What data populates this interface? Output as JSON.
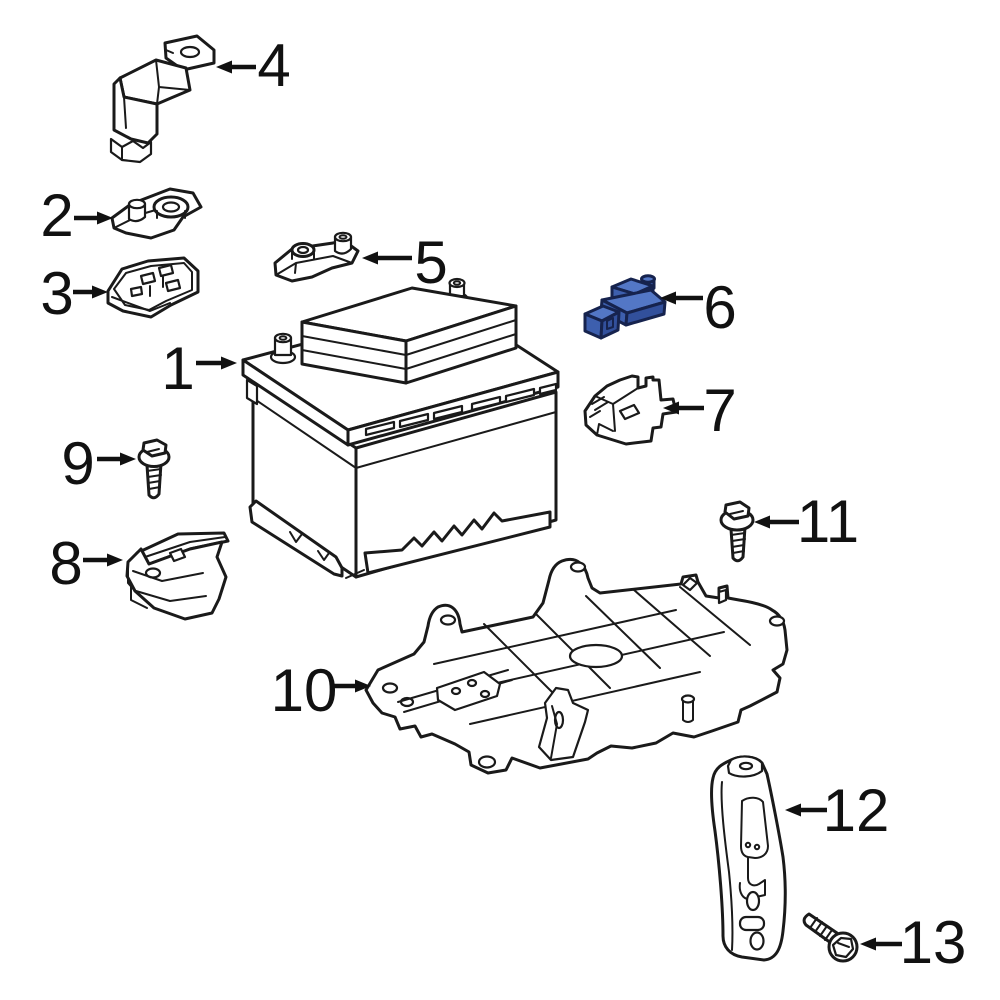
{
  "colors": {
    "background": "#ffffff",
    "line": "#1a1a1a",
    "arrow": "#111111",
    "number": "#111111",
    "highlight_light": "#5377c6",
    "highlight_mid": "#3d5fae",
    "highlight_dark": "#32509c",
    "highlight_outline": "#16234e"
  },
  "callouts": [
    {
      "label": "1",
      "part": "battery",
      "highlighted": false
    },
    {
      "label": "2",
      "part": "battery-terminal",
      "highlighted": false
    },
    {
      "label": "3",
      "part": "terminal-fuse-block",
      "highlighted": false
    },
    {
      "label": "4",
      "part": "fusible-link-assembly",
      "highlighted": false
    },
    {
      "label": "5",
      "part": "battery-terminal",
      "highlighted": false
    },
    {
      "label": "6",
      "part": "battery-terminal-sensor",
      "highlighted": true
    },
    {
      "label": "7",
      "part": "terminal-cover",
      "highlighted": false
    },
    {
      "label": "8",
      "part": "battery-hold-down-clamp",
      "highlighted": false
    },
    {
      "label": "9",
      "part": "bolt",
      "highlighted": false
    },
    {
      "label": "10",
      "part": "battery-tray",
      "highlighted": false
    },
    {
      "label": "11",
      "part": "bolt",
      "highlighted": false
    },
    {
      "label": "12",
      "part": "battery-support-bracket",
      "highlighted": false
    },
    {
      "label": "13",
      "part": "bolt",
      "highlighted": false
    }
  ]
}
